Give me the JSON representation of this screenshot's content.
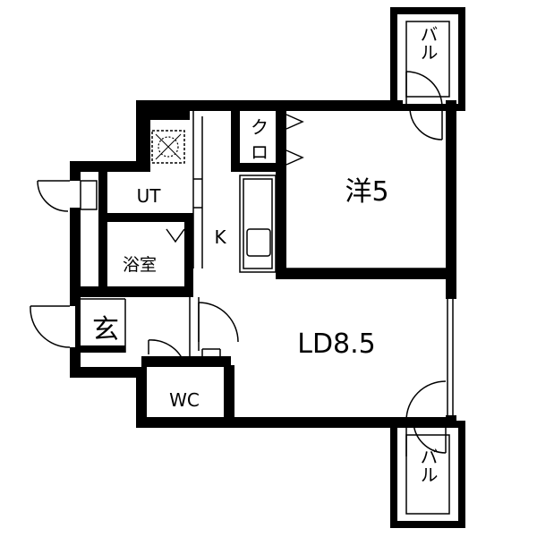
{
  "colors": {
    "wall": "#000000",
    "background": "#ffffff",
    "line": "#000000"
  },
  "rooms": {
    "western": "洋5",
    "ldk": "LD8.5",
    "kitchen": "K",
    "utility": "UT",
    "bath": "浴室",
    "entrance": "玄",
    "toilet": "WC",
    "closet_top": "ク",
    "closet_bottom": "ロ",
    "balcony_top": "バル",
    "balcony_bottom": "バル"
  },
  "icons": {
    "washer": "washing-machine-space-icon",
    "sink": "kitchen-sink-icon"
  }
}
